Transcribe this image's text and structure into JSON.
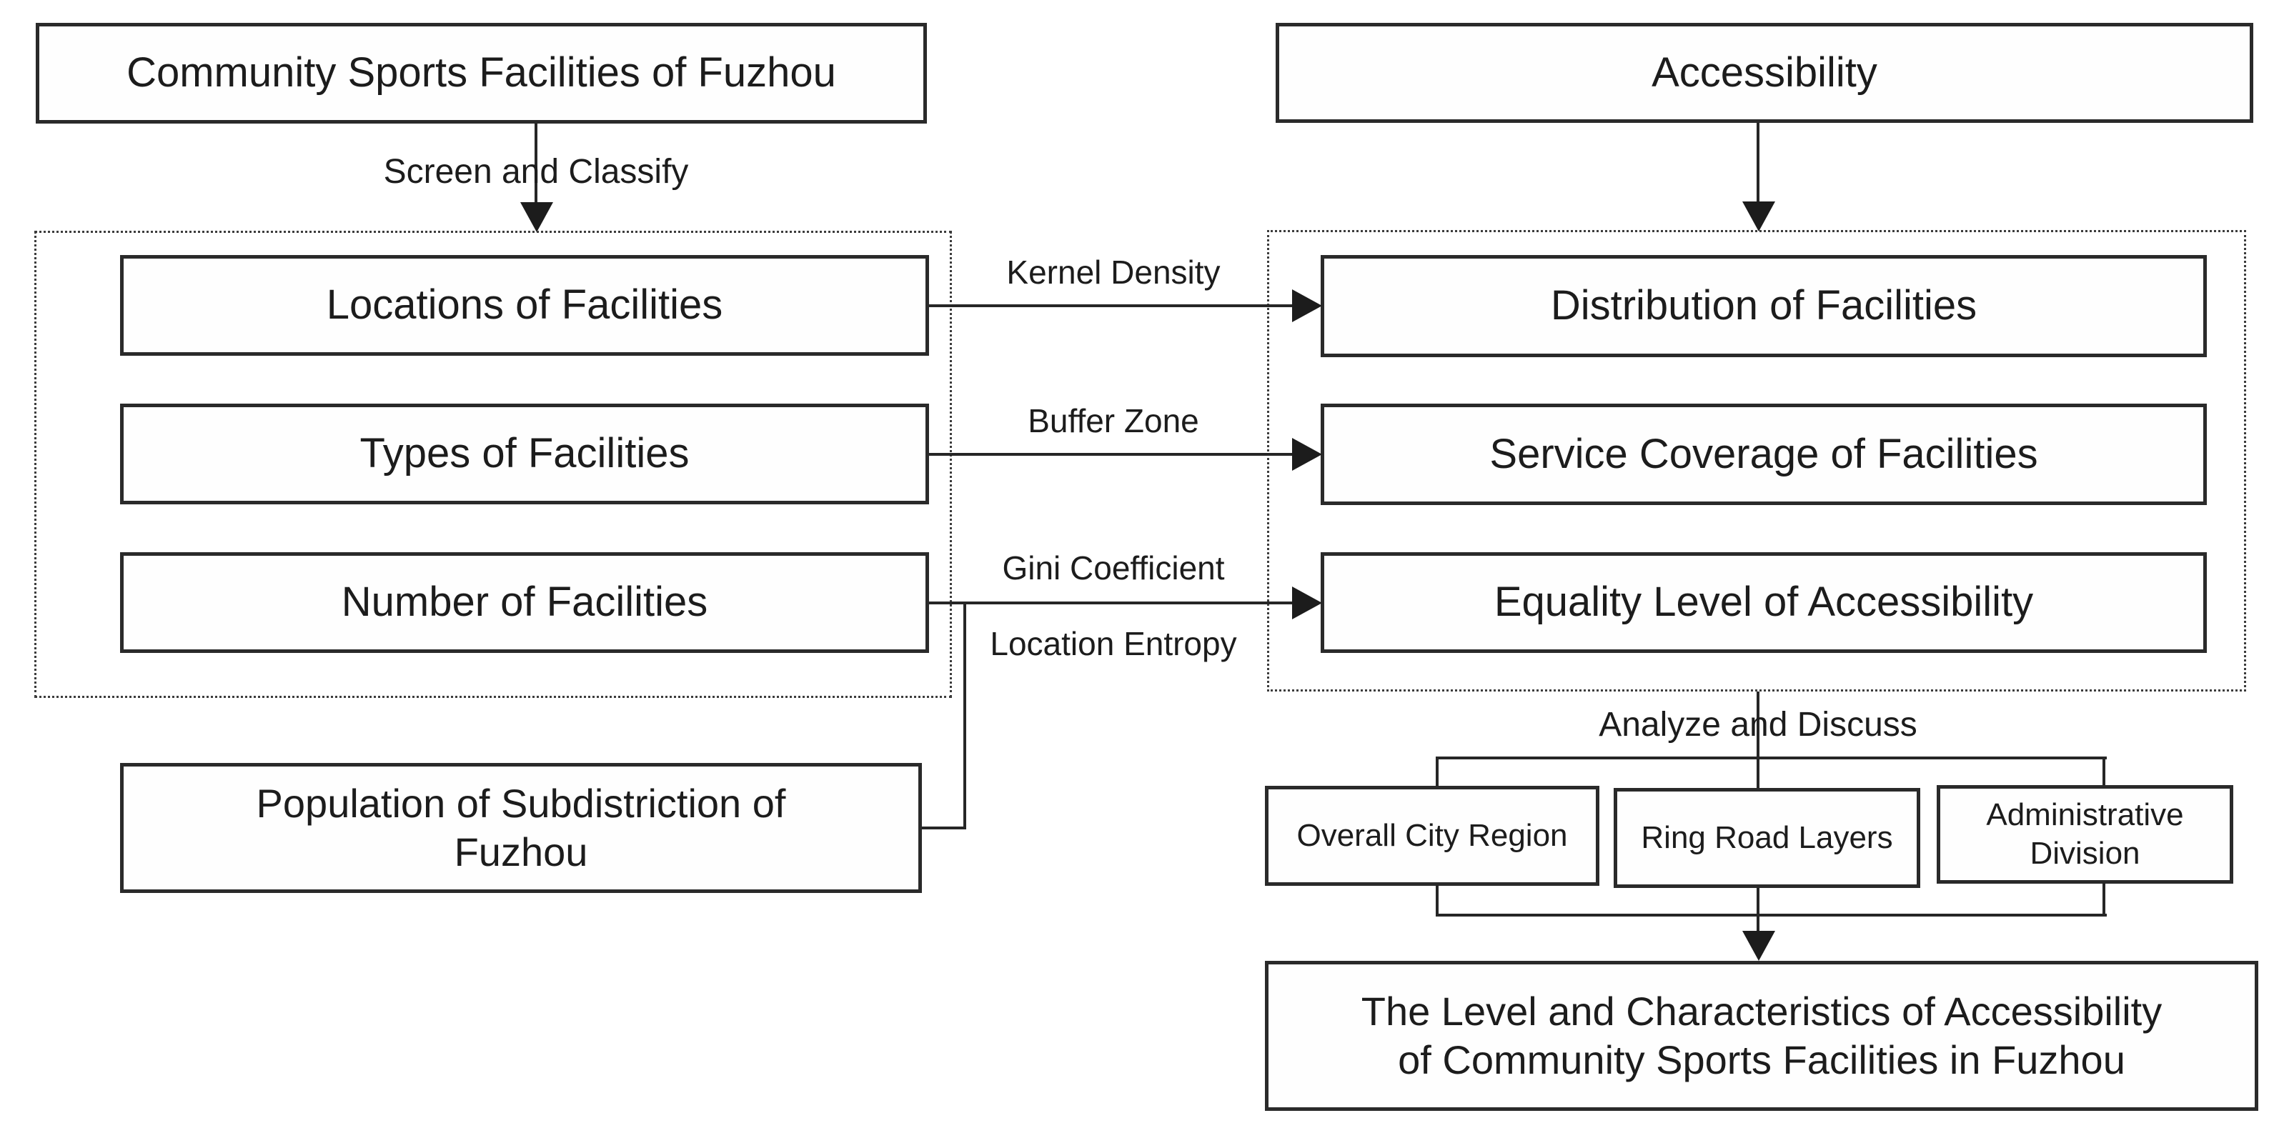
{
  "nodes": {
    "community": "Community Sports Facilities of Fuzhou",
    "accessibility": "Accessibility",
    "locations": "Locations of Facilities",
    "types": "Types of Facilities",
    "number": "Number of Facilities",
    "distribution": "Distribution of Facilities",
    "service": "Service Coverage of Facilities",
    "equality": "Equality Level of Accessibility",
    "population_line1": "Population of Subdistriction of",
    "population_line2": "Fuzhou",
    "overall": "Overall City Region",
    "ring": "Ring Road Layers",
    "admin_line1": "Administrative",
    "admin_line2": "Division",
    "final_line1": "The Level and Characteristics of Accessibility",
    "final_line2": "of Community Sports Facilities in Fuzhou"
  },
  "edge_labels": {
    "screen_classify": "Screen and Classify",
    "kernel": "Kernel Density",
    "buffer": "Buffer Zone",
    "gini": "Gini Coefficient",
    "entropy": "Location Entropy",
    "analyze": "Analyze and Discuss"
  },
  "colors": {
    "ink": "#1c1c1c",
    "border": "#2a2a2a",
    "background": "#ffffff"
  }
}
